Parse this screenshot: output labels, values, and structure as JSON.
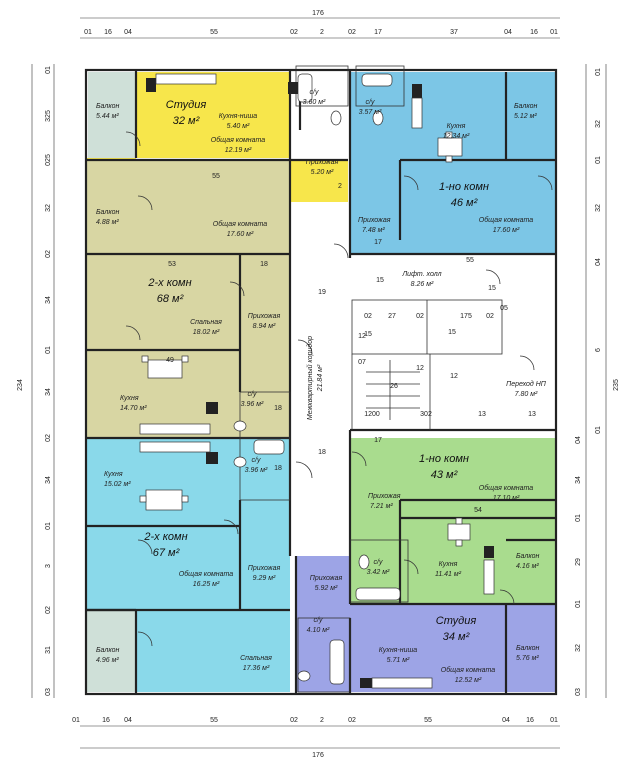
{
  "colors": {
    "studio_top": "#f7e64b",
    "studio_top_balcony": "#cfe0d8",
    "one_room_top": "#7cc6e6",
    "two_room_top": "#d8d6a3",
    "two_room_bottom": "#8ad9ea",
    "one_room_bottom": "#a9dc8e",
    "studio_bottom": "#9da4e6",
    "corridor": "#ffffff"
  },
  "dimensions": {
    "top_total": "176",
    "bottom_total": "176",
    "left_total": "234",
    "right_total": "235",
    "top_segments": [
      "01",
      "16",
      "04",
      "55",
      "02",
      "2",
      "02",
      "17",
      "37",
      "04",
      "16",
      "01"
    ],
    "bottom_segments": [
      "01",
      "16",
      "04",
      "55",
      "02",
      "2",
      "02",
      "55",
      "04",
      "16",
      "01"
    ],
    "left_segments": [
      "01",
      "325",
      "025",
      "32",
      "02",
      "34",
      "01",
      "34",
      "02",
      "34",
      "01",
      "3",
      "02",
      "31",
      "03"
    ],
    "right_segments": [
      "01",
      "32",
      "01",
      "32",
      "04",
      "6",
      "01",
      "04",
      "34",
      "01",
      "29",
      "01",
      "32",
      "03"
    ],
    "inner": [
      "55",
      "53",
      "18",
      "49",
      "19",
      "18",
      "17",
      "17",
      "55",
      "54",
      "2",
      "15",
      "12",
      "26",
      "1200",
      "302",
      "13",
      "13",
      "02",
      "27",
      "02",
      "175",
      "02",
      "12",
      "07",
      "12",
      "15",
      "15",
      "18",
      "18",
      "15",
      "05"
    ]
  },
  "apartments": {
    "studio_top": {
      "type": "Студия",
      "area": "32 м²"
    },
    "one_room_top": {
      "type": "1-но комн",
      "area": "46 м²"
    },
    "two_room_top": {
      "type": "2-х комн",
      "area": "68 м²"
    },
    "two_room_bottom": {
      "type": "2-х комн",
      "area": "67 м²"
    },
    "one_room_bottom": {
      "type": "1-но комн",
      "area": "43 м²"
    },
    "studio_bottom": {
      "type": "Студия",
      "area": "34 м²"
    }
  },
  "rooms": [
    {
      "name": "Балкон",
      "area": "5.44 м²"
    },
    {
      "name": "Кухня-ниша",
      "area": "5.40 м²"
    },
    {
      "name": "Общая комната",
      "area": "12.19 м²"
    },
    {
      "name": "с/у",
      "area": "3.60 м²"
    },
    {
      "name": "Прихожая",
      "area": "5.20 м²"
    },
    {
      "name": "с/у",
      "area": "3.57 м²"
    },
    {
      "name": "Кухня",
      "area": "12.34 м²"
    },
    {
      "name": "Балкон",
      "area": "5.12 м²"
    },
    {
      "name": "Прихожая",
      "area": "7.48 м²"
    },
    {
      "name": "Общая комната",
      "area": "17.60 м²"
    },
    {
      "name": "Балкон",
      "area": "4.88 м²"
    },
    {
      "name": "Общая комната",
      "area": "17.60 м²"
    },
    {
      "name": "Лифт. холл",
      "area": "8.26 м²"
    },
    {
      "name": "Спальная",
      "area": "18.02 м²"
    },
    {
      "name": "Прихожая",
      "area": "8.94 м²"
    },
    {
      "name": "Кухня",
      "area": "14.70 м²"
    },
    {
      "name": "с/у",
      "area": "3.96 м²"
    },
    {
      "name": "Межквартирный коридор",
      "area": "21.84 м²"
    },
    {
      "name": "Переход НП",
      "area": "7.80 м²"
    },
    {
      "name": "Кухня",
      "area": "15.02 м²"
    },
    {
      "name": "с/у",
      "area": "3.96 м²"
    },
    {
      "name": "Прихожая",
      "area": "7.21 м²"
    },
    {
      "name": "Общая комната",
      "area": "17.10 м²"
    },
    {
      "name": "Общая комната",
      "area": "16.25 м²"
    },
    {
      "name": "Прихожая",
      "area": "9.29 м²"
    },
    {
      "name": "с/у",
      "area": "3.42 м²"
    },
    {
      "name": "Кухня",
      "area": "11.41 м²"
    },
    {
      "name": "Балкон",
      "area": "4.16 м²"
    },
    {
      "name": "Прихожая",
      "area": "5.92 м²"
    },
    {
      "name": "Балкон",
      "area": "4.96 м²"
    },
    {
      "name": "Спальная",
      "area": "17.36 м²"
    },
    {
      "name": "с/у",
      "area": "4.10 м²"
    },
    {
      "name": "Кухня-ниша",
      "area": "5.71 м²"
    },
    {
      "name": "Общая комната",
      "area": "12.52 м²"
    },
    {
      "name": "Балкон",
      "area": "5.76 м²"
    }
  ]
}
